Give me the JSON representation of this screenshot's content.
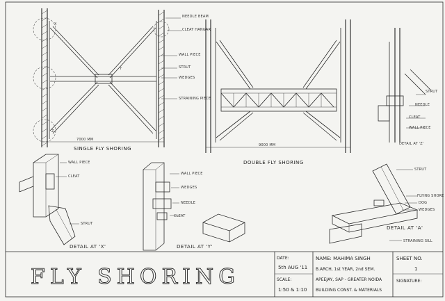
{
  "sheet_title": "FLY SHORING",
  "single": {
    "caption": "SINGLE FLY SHORING",
    "dimension": "7000 MM",
    "labels": {
      "needle_beam": "NEEDLE BEAM",
      "cleat_hangar": "CLEAT HANGAR",
      "wall_piece": "WALL PIECE",
      "strut": "STRUT",
      "wedges": "WEDGES",
      "straining_piece": "STRAINING PIECE"
    },
    "callouts": [
      "X",
      "Y",
      "Z"
    ]
  },
  "double": {
    "caption": "DOUBLE FLY SHORING",
    "dimension": "9000 MM"
  },
  "detail_x": {
    "caption": "DETAIL AT 'X'",
    "labels": {
      "wall_piece": "WALL PIECE",
      "cleat": "CLEAT",
      "strut": "STRUT"
    }
  },
  "detail_y": {
    "caption": "DETAIL AT 'Y'",
    "labels": {
      "wall_piece": "WALL PIECE",
      "wedges": "WEDGES",
      "needle": "NEEDLE",
      "cleat": "CLEAT"
    }
  },
  "detail_z": {
    "caption": "DETAIL AT 'Z'",
    "labels": {
      "strut": "STRUT",
      "needle": "NEEDLE",
      "cleat": "CLEAT",
      "wall_piece": "WALL PIECE"
    }
  },
  "detail_a": {
    "caption": "DETAIL AT 'A'",
    "labels": {
      "strut": "STRUT",
      "flying_shore": "FLYING SHORE",
      "dog": "DOG",
      "wedges": "WEDGES",
      "straining_sill": "STRAINING SILL"
    }
  },
  "title_block": {
    "date_label": "DATE:",
    "date_value": "5th AUG '11",
    "scale_label": "SCALE:",
    "scale_value": "1:50 & 1:10",
    "name_line": "NAME: MAHIMA SINGH",
    "course_line": "B.ARCH, 1st YEAR, 2nd SEM.",
    "college_line": "APEEJAY, SAP - GREATER NOIDA",
    "subject_line": "BUILDING CONST. & MATERIALS",
    "sheet_label": "SHEET NO.",
    "sheet_value": "1",
    "signature_label": "SIGNATURE:"
  }
}
